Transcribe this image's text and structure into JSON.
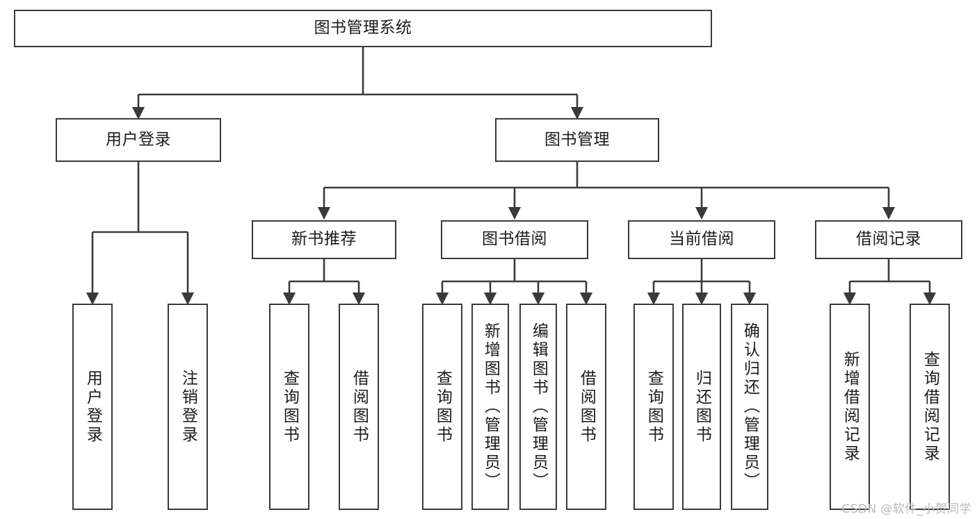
{
  "diagram": {
    "type": "tree-hierarchy-chart",
    "title": "图书管理系统",
    "line_color": "#3a3a3a",
    "box_fill": "#ffffff",
    "text_color": "#1b1b1b",
    "watermark": "CSDN @软件_小贺同学",
    "watermark_color": "#b9b9b9"
  },
  "nodes": {
    "root": {
      "label": "图书管理系统"
    },
    "level2": [
      {
        "label": "用户登录"
      },
      {
        "label": "图书管理"
      }
    ],
    "level3": [
      {
        "label": "新书推荐"
      },
      {
        "label": "图书借阅"
      },
      {
        "label": "当前借阅"
      },
      {
        "label": "借阅记录"
      }
    ],
    "leaves": {
      "user_login": [
        {
          "label": "用户登录"
        },
        {
          "label": "注销登录"
        }
      ],
      "new_book_recommend": [
        {
          "label": "查询图书"
        },
        {
          "label": "借阅图书"
        }
      ],
      "book_borrow": [
        {
          "label": "查询图书"
        },
        {
          "label": "新增图书（管理员）"
        },
        {
          "label": "编辑图书（管理员）"
        },
        {
          "label": "借阅图书"
        }
      ],
      "current_borrow": [
        {
          "label": "查询图书"
        },
        {
          "label": "归还图书"
        },
        {
          "label": "确认归还（管理员）"
        }
      ],
      "borrow_record": [
        {
          "label": "新增借阅记录"
        },
        {
          "label": "查询借阅记录"
        }
      ]
    }
  }
}
